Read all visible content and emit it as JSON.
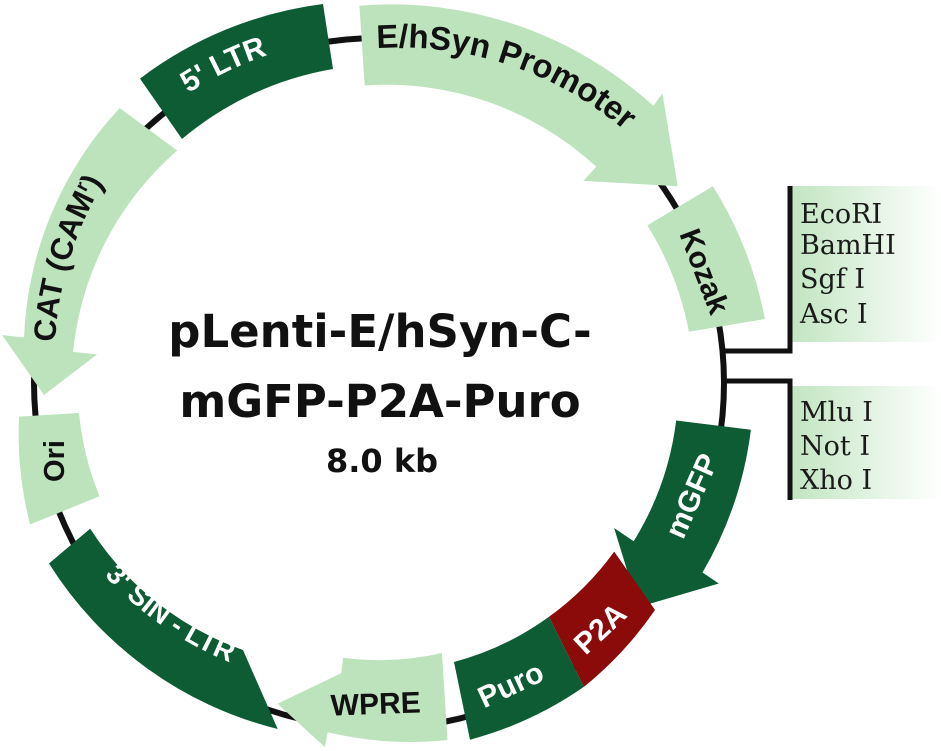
{
  "diagram": {
    "title_line1": "pLenti-E/hSyn-C-",
    "title_line2": "mGFP-P2A-Puro",
    "size": "8.0 kb"
  },
  "colors": {
    "dark_green": "#0d5c34",
    "light_green": "#bde3bd",
    "dark_red": "#8b0a0a",
    "backbone": "#111111"
  },
  "features": {
    "promoter": "E/hSyn Promoter",
    "kozak": "Kozak",
    "mgfp": "mGFP",
    "p2a": "P2A",
    "puro": "Puro",
    "wpre": "WPRE",
    "sin_ltr": "3' SIN - LTR",
    "ori": "Ori",
    "cat_text": "CAT (CAM",
    "cat_sup": "r",
    "cat_close": ")",
    "ltr5": "5' LTR"
  },
  "sites_upper": [
    "EcoRI",
    "BamHI",
    "Sgf I",
    "Asc I"
  ],
  "sites_lower": [
    "Mlu I",
    "Not I",
    "Xho I"
  ]
}
